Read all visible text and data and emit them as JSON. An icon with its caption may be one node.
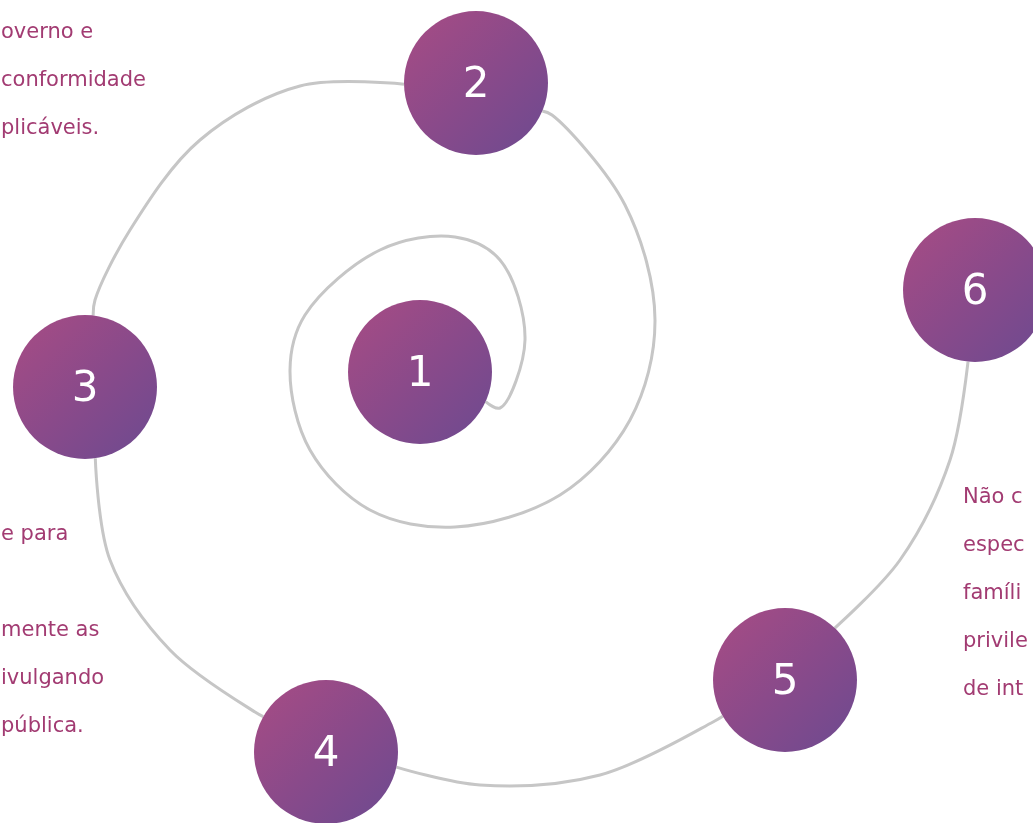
{
  "diagram": {
    "nodes": [
      {
        "text": [
          "1"
        ]
      },
      {
        "text": [
          "2"
        ]
      },
      {
        "text": [
          "3"
        ]
      },
      {
        "text": [
          "4"
        ]
      },
      {
        "text": [
          "5"
        ]
      },
      {
        "text": [
          "6"
        ]
      }
    ],
    "edges": [
      {
        "from": 0,
        "to": 1,
        "arrow": "none"
      },
      {
        "from": 1,
        "to": 2,
        "arrow": "none"
      },
      {
        "from": 2,
        "to": 3,
        "arrow": "none"
      },
      {
        "from": 3,
        "to": 4,
        "arrow": "none"
      },
      {
        "from": 4,
        "to": 5,
        "arrow": "none"
      }
    ],
    "labels": [
      "overno e conformidade plicáveis.",
      "e para",
      "mente as ivulgando pública.",
      "Não c espec famíli privile de int"
    ]
  }
}
